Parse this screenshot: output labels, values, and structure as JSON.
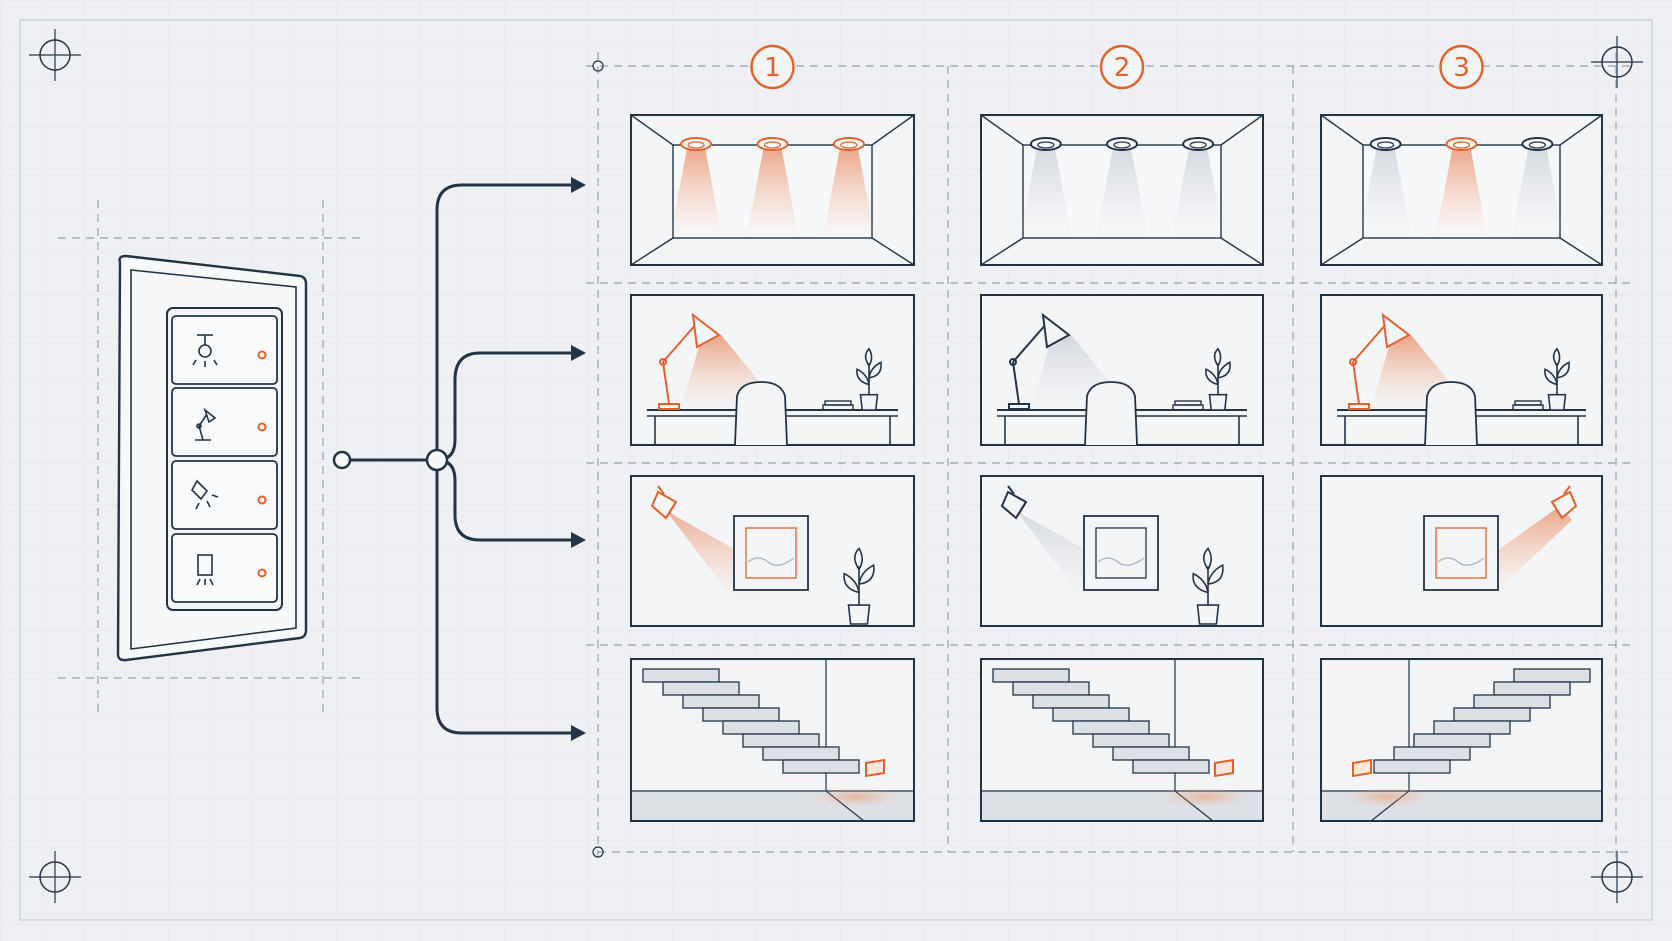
{
  "colors": {
    "background": "#eef0f3",
    "grid": "#e2e5ea",
    "guide": "#9aa3b2",
    "ink": "#243447",
    "accent_orange": "#e2622b",
    "beam_off": "#c9ced6",
    "floor": "#dde0e5"
  },
  "scenes": [
    {
      "label": "1",
      "ceiling": [
        true,
        true,
        true
      ],
      "desk_lamp": true,
      "art_light": "left",
      "step_light": "right"
    },
    {
      "label": "2",
      "ceiling": [
        false,
        false,
        false
      ],
      "desk_lamp": false,
      "art_light": "off",
      "step_light": "right"
    },
    {
      "label": "3",
      "ceiling": [
        false,
        true,
        false
      ],
      "desk_lamp": true,
      "art_light": "right",
      "step_light": "left"
    }
  ],
  "panel": {
    "buttons": [
      {
        "icon": "pendant-light-icon",
        "controls": "ceiling-lights"
      },
      {
        "icon": "desk-lamp-icon",
        "controls": "desk-lamp"
      },
      {
        "icon": "spotlight-icon",
        "controls": "artwork-spotlight"
      },
      {
        "icon": "wall-light-icon",
        "controls": "step-lights"
      }
    ]
  }
}
